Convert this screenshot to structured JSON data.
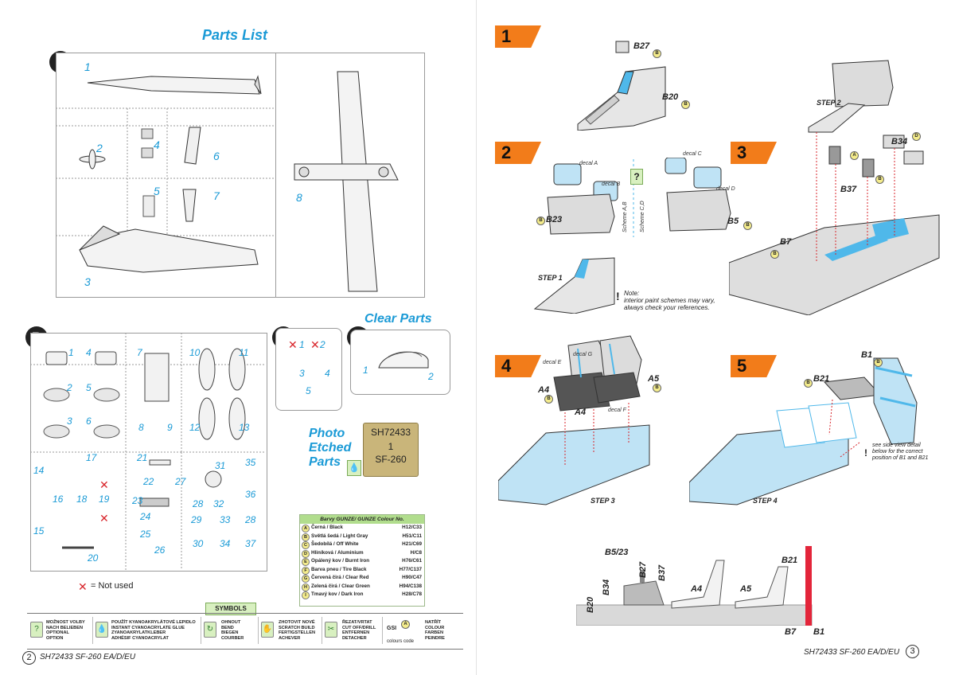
{
  "left_page": {
    "title": "Parts List",
    "sprues": {
      "A": {
        "letter": "A",
        "parts": [
          "1",
          "2",
          "3",
          "4",
          "5",
          "6",
          "7",
          "8"
        ]
      },
      "B": {
        "letter": "B",
        "parts": [
          "1",
          "2",
          "3",
          "4",
          "5",
          "6",
          "7",
          "8",
          "9",
          "10",
          "11",
          "12",
          "13",
          "14",
          "15",
          "16",
          "17",
          "18",
          "19",
          "20",
          "21",
          "22",
          "23",
          "24",
          "25",
          "26",
          "27",
          "28",
          "29",
          "30",
          "31",
          "32",
          "33",
          "34",
          "35",
          "36",
          "37"
        ]
      },
      "D": {
        "letter": "D",
        "parts": [
          "1",
          "2",
          "3",
          "4",
          "5"
        ]
      },
      "F": {
        "letter": "F",
        "parts": [
          "1",
          "2"
        ]
      }
    },
    "clear_parts_title": "Clear Parts",
    "pe_title": [
      "Photo",
      "Etched",
      "Parts"
    ],
    "pe_card": {
      "code": "SH72433",
      "number": "1",
      "name": "SF-260"
    },
    "not_used_label": "= Not used",
    "colour_table": {
      "title": "Barvy GUNZE/ GUNZE Colour No.",
      "rows": [
        {
          "code": "A",
          "name": "Černá / Black",
          "num": "H12/C33"
        },
        {
          "code": "B",
          "name": "Světlá šedá / Light Gray",
          "num": "H51/C11"
        },
        {
          "code": "C",
          "name": "Šedobílá / Off White",
          "num": "H21/C69"
        },
        {
          "code": "D",
          "name": "Hliníková / Aluminium",
          "num": "H/C8"
        },
        {
          "code": "E",
          "name": "Opálený kov / Burnt Iron",
          "num": "H76/C61"
        },
        {
          "code": "F",
          "name": "Barva pneu / Tire Black",
          "num": "H77/C137"
        },
        {
          "code": "G",
          "name": "Červená čirá / Clear Red",
          "num": "H90/C47"
        },
        {
          "code": "H",
          "name": "Zelená čirá / Clear Green",
          "num": "H94/C138"
        },
        {
          "code": "I",
          "name": "Tmavý kov / Dark Iron",
          "num": "H28/C78"
        }
      ]
    },
    "symbols": {
      "title": "SYMBOLS",
      "items": [
        {
          "icon": "?",
          "lines": [
            "MOŽNOST VOLBY",
            "NACH BELIEBEN",
            "OPTIONAL",
            "OPTION"
          ]
        },
        {
          "icon": "💧",
          "lines": [
            "POUŽÍT KYANOAKRYLÁTOVÉ LEPIDLO",
            "INSTANT CYANOACRYLATE GLUE",
            "ZYANOAKRYLATKLEBER",
            "ADHÉSIF CYANOACRYLAT"
          ]
        },
        {
          "icon": "↻",
          "lines": [
            "OHNOUT",
            "BEND",
            "BIEGEN",
            "COURBER"
          ]
        },
        {
          "icon": "✋",
          "lines": [
            "ZHOTOVIT NOVÉ",
            "SCRATCH BUILD",
            "FERTIGSTELLEN",
            "ACHEVER"
          ]
        },
        {
          "icon": "✂",
          "lines": [
            "ŘEZAT/VRTAT",
            "CUT OFF/DRILL",
            "ENTFERNEN",
            "DETACHER"
          ]
        },
        {
          "icon": "A",
          "lines": [
            "NATŘÍT",
            "COLOUR",
            "FARBEN",
            "PEINDRE"
          ],
          "prefix": "GSI",
          "caption": "colours code"
        }
      ]
    },
    "footer": {
      "page_number": "2",
      "text": "SH72433 SF-260 EA/D/EU"
    }
  },
  "right_page": {
    "steps": [
      "1",
      "2",
      "3",
      "4",
      "5"
    ],
    "step1": {
      "labels": [
        "B27",
        "B20"
      ]
    },
    "step2": {
      "decal_a": "decal A",
      "decal_b": "decal B",
      "decal_c": "decal C",
      "decal_d": "decal D",
      "b23": "B23",
      "b5": "B5",
      "scheme_ab": "Scheme A,B",
      "scheme_cd": "Scheme C,D",
      "step_ref": "STEP 1",
      "note": [
        "Note:",
        "interior paint schemes may vary,",
        "always check your references."
      ]
    },
    "step3": {
      "step_ref": "STEP 2",
      "b34": "B34",
      "b37": "B37",
      "b7": "B7"
    },
    "step4": {
      "decal_g": "decal G",
      "decal_e": "decal E",
      "decal_f": "decal F",
      "a4_1": "A4",
      "a4_2": "A4",
      "a5": "A5",
      "step_ref": "STEP 3"
    },
    "step5": {
      "b1": "B1",
      "b21": "B21",
      "step_ref": "STEP 4",
      "note": [
        "see side view detail",
        "below for the correct",
        "position of B1 and B21"
      ]
    },
    "side_view": {
      "labels": [
        "B5/23",
        "B34",
        "B27",
        "B37",
        "A4",
        "A5",
        "B21",
        "B20",
        "B7",
        "B1"
      ]
    },
    "footer": {
      "text": "SH72433 SF-260 EA/D/EU",
      "page_number": "3"
    },
    "colors": {
      "accent_orange": "#f27c1a",
      "accent_blue": "#1a9ad6",
      "red_bar": "#e3253a"
    }
  }
}
